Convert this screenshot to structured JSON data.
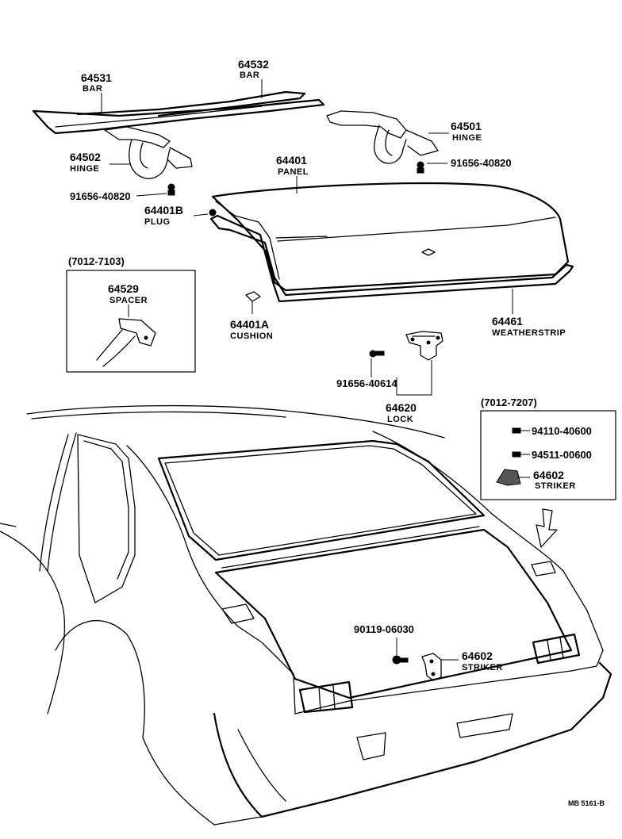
{
  "parts": {
    "bar_64531": {
      "number": "64531",
      "name": "BAR"
    },
    "bar_64532": {
      "number": "64532",
      "name": "BAR"
    },
    "hinge_64501": {
      "number": "64501",
      "name": "HINGE"
    },
    "hinge_64502": {
      "number": "64502",
      "name": "HINGE"
    },
    "bolt_right": {
      "number": "91656-40820"
    },
    "bolt_left": {
      "number": "91656-40820"
    },
    "panel_64401": {
      "number": "64401",
      "name": "PANEL"
    },
    "plug_64401b": {
      "number": "64401B",
      "name": "PLUG"
    },
    "cushion_64401a": {
      "number": "64401A",
      "name": "CUSHION"
    },
    "weatherstrip_64461": {
      "number": "64461",
      "name": "WEATHERSTRIP"
    },
    "bolt_lock": {
      "number": "91656-40614"
    },
    "lock_64620": {
      "number": "64620",
      "name": "LOCK"
    },
    "screw_90119": {
      "number": "90119-06030"
    },
    "striker_lower": {
      "number": "64602",
      "name": "STRIKER"
    }
  },
  "inset_left": {
    "range": "(7012-7103)",
    "part": {
      "number": "64529",
      "name": "SPACER"
    }
  },
  "inset_right": {
    "range": "(7012-7207)",
    "items": [
      {
        "number": "94110-40600"
      },
      {
        "number": "94511-00600"
      },
      {
        "number": "64602",
        "name": "STRIKER"
      }
    ]
  },
  "reference_code": "MB 5161-B"
}
